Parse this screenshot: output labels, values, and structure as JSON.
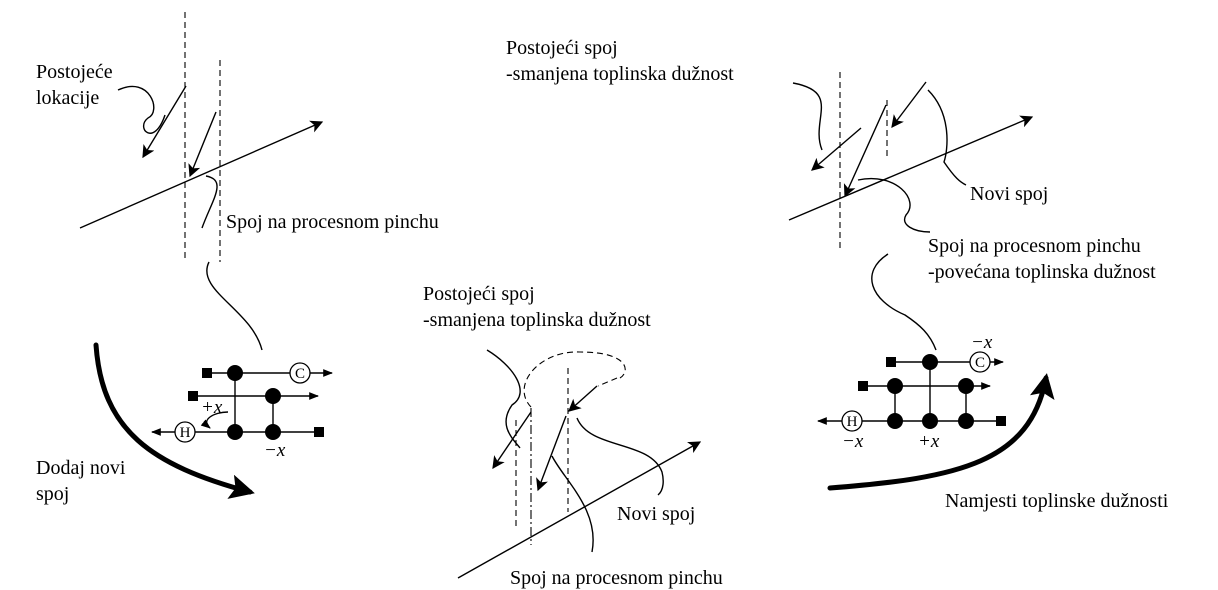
{
  "labels": {
    "existing_locations": [
      "Postojeće",
      "lokacije"
    ],
    "pinch_match_1": "Spoj na procesnom pinchu",
    "add_new_match": [
      "Dodaj novi",
      "spoj"
    ],
    "existing_match_reduced_mid": [
      "Postojeći spoj",
      "-smanjena toplinska dužnost"
    ],
    "new_match_mid": "Novi spoj",
    "pinch_match_mid": "Spoj na procesnom pinchu",
    "existing_match_reduced_right": [
      "Postojeći spoj",
      "-smanjena toplinska dužnost"
    ],
    "new_match_right": "Novi spoj",
    "pinch_match_right": [
      "Spoj na procesnom pinchu",
      "-povećana toplinska dužnost"
    ],
    "adjust_heat_duties": "Namjesti toplinske dužnosti"
  },
  "grid_left": {
    "cold_label": "C",
    "hot_label": "H",
    "plus_x": "+x",
    "minus_x": "−x"
  },
  "grid_right": {
    "cold_label": "C",
    "hot_label": "H",
    "minus_x_top": "−x",
    "minus_x_bottom": "−x",
    "plus_x": "+x"
  }
}
